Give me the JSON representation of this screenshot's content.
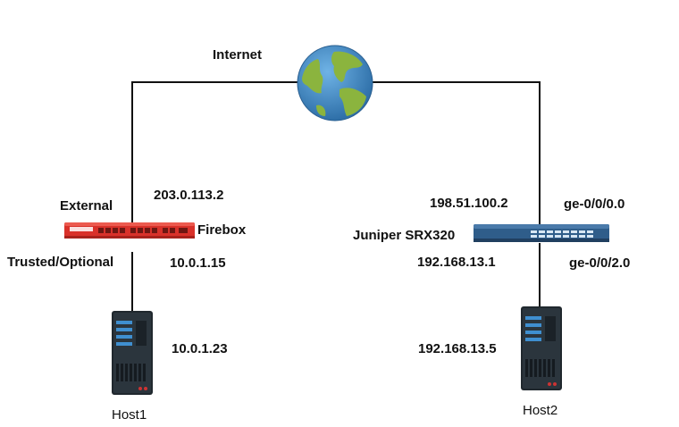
{
  "labels": {
    "internet": "Internet",
    "external": "External",
    "firebox_ext_ip": "203.0.113.2",
    "firebox": "Firebox",
    "trusted_optional": "Trusted/Optional",
    "firebox_int_ip": "10.0.1.15",
    "host1_ip": "10.0.1.23",
    "host1": "Host1",
    "srx_ext_ip": "198.51.100.2",
    "srx_ext_if": "ge-0/0/0.0",
    "juniper": "Juniper SRX320",
    "srx_int_ip": "192.168.13.1",
    "srx_int_if": "ge-0/0/2.0",
    "host2_ip": "192.168.13.5",
    "host2": "Host2"
  },
  "colors": {
    "firebox": "#d9312a",
    "juniper": "#2f5d8a",
    "ocean": "#3d87c4",
    "land": "#8bb43e",
    "server": "#20282e",
    "server_accent": "#3f8fd0"
  },
  "icons": {
    "globe": "globe-icon",
    "firebox": "firewall-appliance-icon",
    "juniper": "router-appliance-icon",
    "host1": "server-icon",
    "host2": "server-icon"
  }
}
